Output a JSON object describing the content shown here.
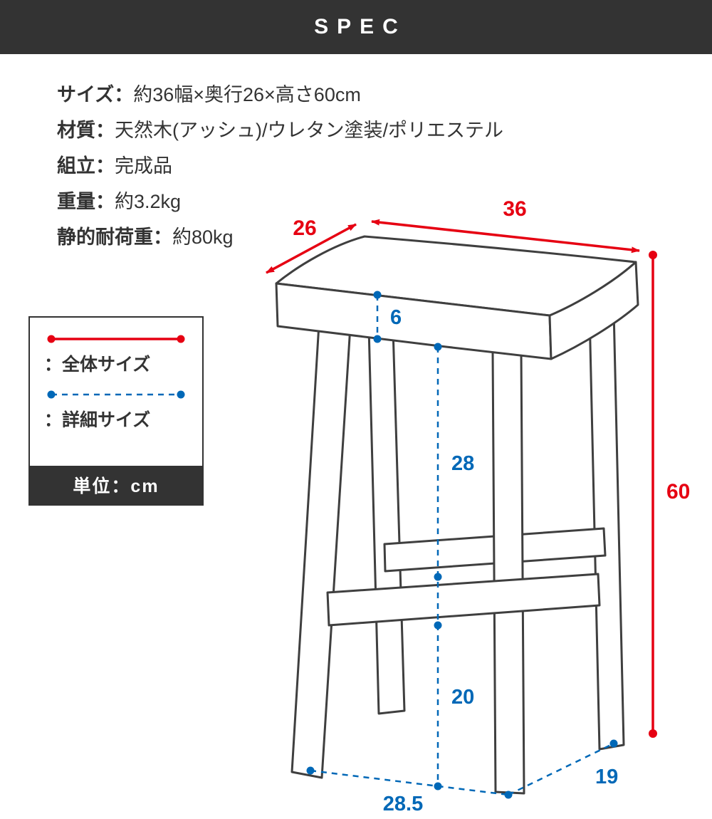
{
  "header": {
    "title": "SPEC"
  },
  "specs": [
    {
      "label": "サイズ：",
      "value": "約36幅×奥行26×高さ60cm"
    },
    {
      "label": "材質：",
      "value": "天然木(アッシュ)/ウレタン塗装/ポリエステル"
    },
    {
      "label": "組立：",
      "value": "完成品"
    },
    {
      "label": "重量：",
      "value": "約3.2kg"
    },
    {
      "label": "静的耐荷重：",
      "value": "約80kg"
    }
  ],
  "legend": {
    "overall_label": "：全体サイズ",
    "detail_label": "：詳細サイズ",
    "unit_label": "単位：cm"
  },
  "colors": {
    "overall_size": "#e60012",
    "detail_size": "#0068b7",
    "header_bg": "#333333",
    "line_art": "#3f3f3f"
  },
  "dims": {
    "width": "36",
    "depth": "26",
    "height": "60",
    "seat_thickness": "6",
    "seat_to_rail": "28",
    "rail_to_floor": "20",
    "base_width": "28.5",
    "base_depth": "19"
  }
}
